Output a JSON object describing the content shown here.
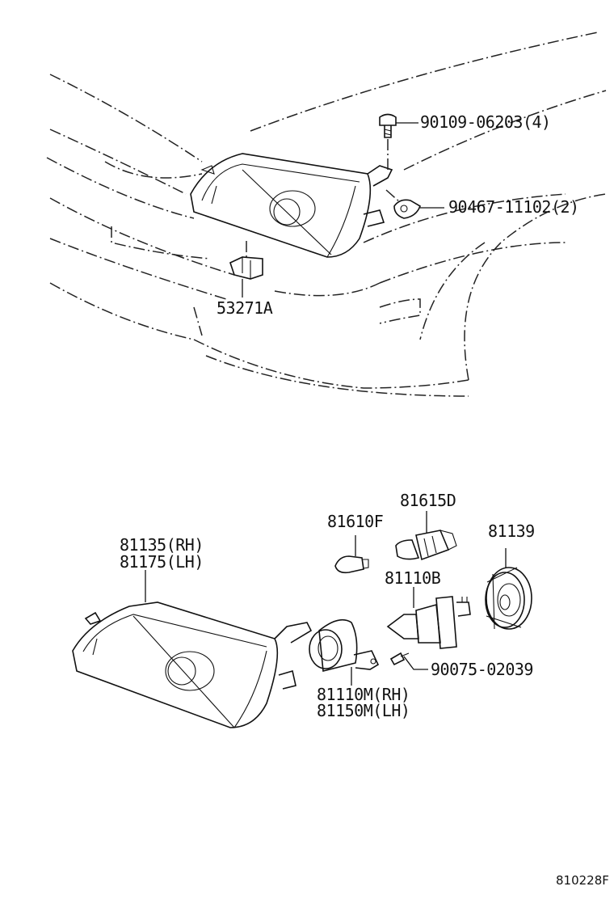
{
  "labels": {
    "bolt": "90109-06203(4)",
    "clip": "90467-11102(2)",
    "bracket": "53271A",
    "lamp_rh": "81135(RH)",
    "lamp_lh": "81175(LH)",
    "bulb_small": "81610F",
    "bulb_socket": "81615D",
    "cover": "81139",
    "bulb_main": "81110B",
    "screw": "90075-02039",
    "holder_rh": "81110M(RH)",
    "holder_lh": "81150M(LH)"
  },
  "diagram_code": "810228F"
}
